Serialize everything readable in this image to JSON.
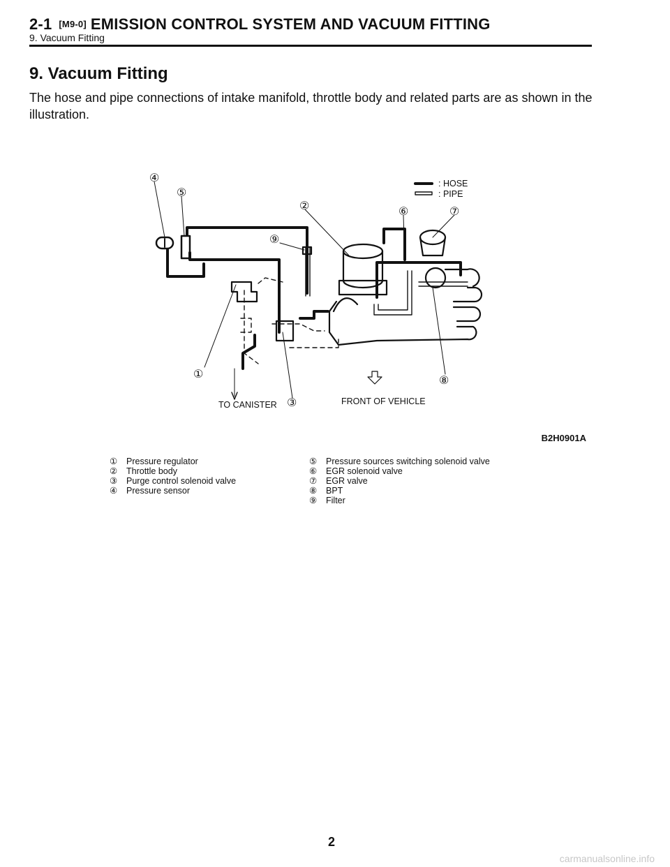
{
  "header": {
    "section": "2-1",
    "code": "[M9-0]",
    "title": "EMISSION CONTROL SYSTEM AND VACUUM FITTING",
    "subtitle": "9. Vacuum Fitting"
  },
  "section_title": "9. Vacuum Fitting",
  "intro": "The hose and pipe connections of intake manifold, throttle body and related parts are as shown in the illustration.",
  "figure": {
    "legend": {
      "hose": ": HOSE",
      "pipe": ": PIPE"
    },
    "callouts": [
      "①",
      "②",
      "③",
      "④",
      "⑤",
      "⑥",
      "⑦",
      "⑧",
      "⑨"
    ],
    "to_canister": "TO CANISTER",
    "front": "FRONT OF VEHICLE",
    "code": "B2H0901A"
  },
  "legend_items_left": [
    {
      "num": "①",
      "label": "Pressure regulator"
    },
    {
      "num": "②",
      "label": "Throttle body"
    },
    {
      "num": "③",
      "label": "Purge control solenoid valve"
    },
    {
      "num": "④",
      "label": "Pressure sensor"
    }
  ],
  "legend_items_right": [
    {
      "num": "⑤",
      "label": "Pressure sources switching solenoid valve"
    },
    {
      "num": "⑥",
      "label": "EGR solenoid valve"
    },
    {
      "num": "⑦",
      "label": "EGR valve"
    },
    {
      "num": "⑧",
      "label": "BPT"
    },
    {
      "num": "⑨",
      "label": "Filter"
    }
  ],
  "page_number": "2",
  "footer": "carmanualsonline.info"
}
